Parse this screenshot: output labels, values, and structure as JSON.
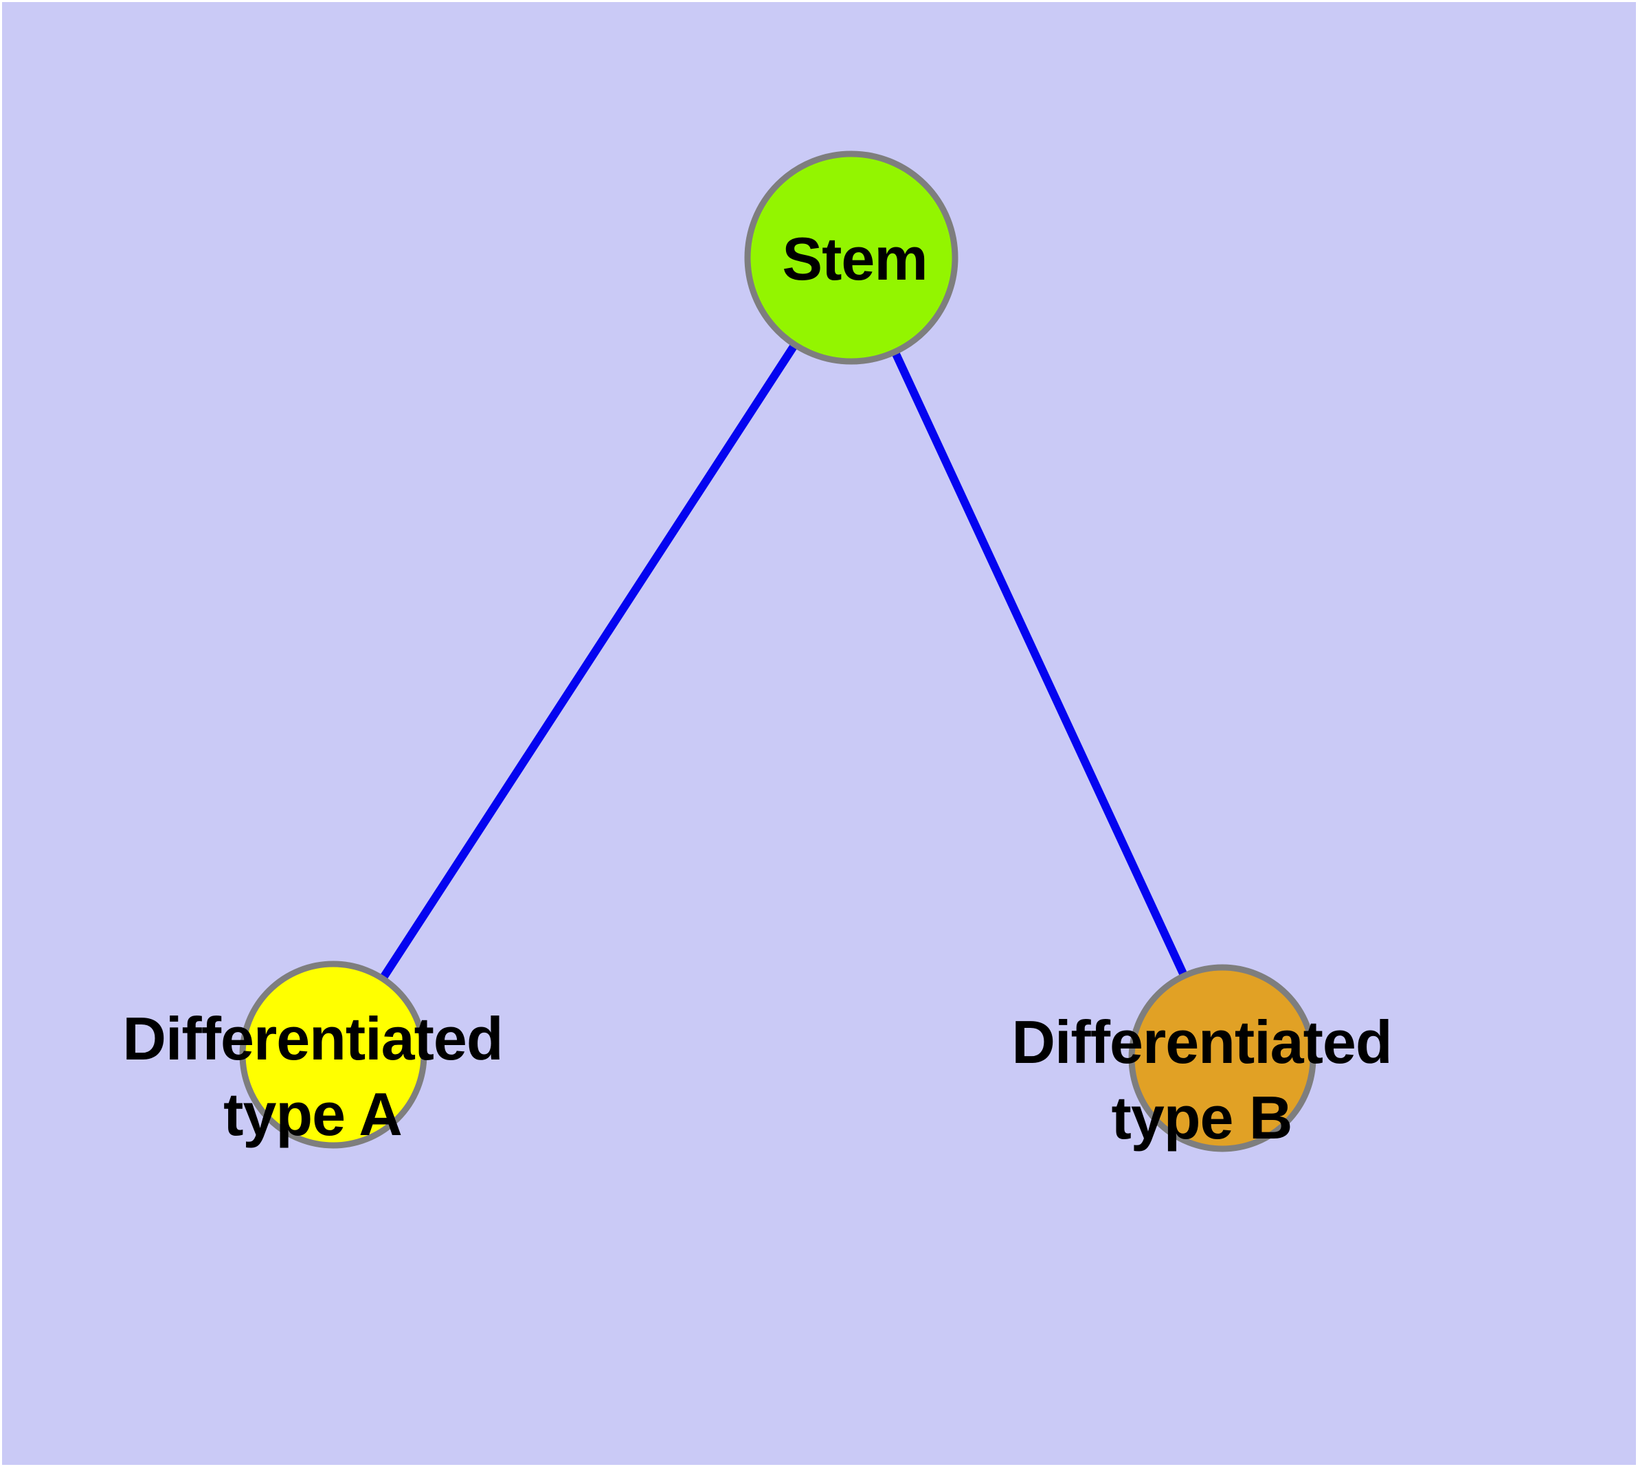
{
  "figure": {
    "background_color": "#CACAF6",
    "margin_color": "#FFFFFF"
  },
  "nodes": [
    {
      "id": "stem",
      "label": "Stem",
      "fill": "#93F500",
      "border": "#7E7E7E"
    },
    {
      "id": "diff_a",
      "label": "Differentiated\ntype A",
      "fill": "#FFFF00",
      "border": "#7E7E7E"
    },
    {
      "id": "diff_b",
      "label": "Differentiated\ntype B",
      "fill": "#E1A125",
      "border": "#7E7E7E"
    }
  ],
  "edges": [
    {
      "from": "stem",
      "to": "diff_a",
      "color": "#0404F0"
    },
    {
      "from": "stem",
      "to": "diff_b",
      "color": "#0404F0"
    }
  ]
}
